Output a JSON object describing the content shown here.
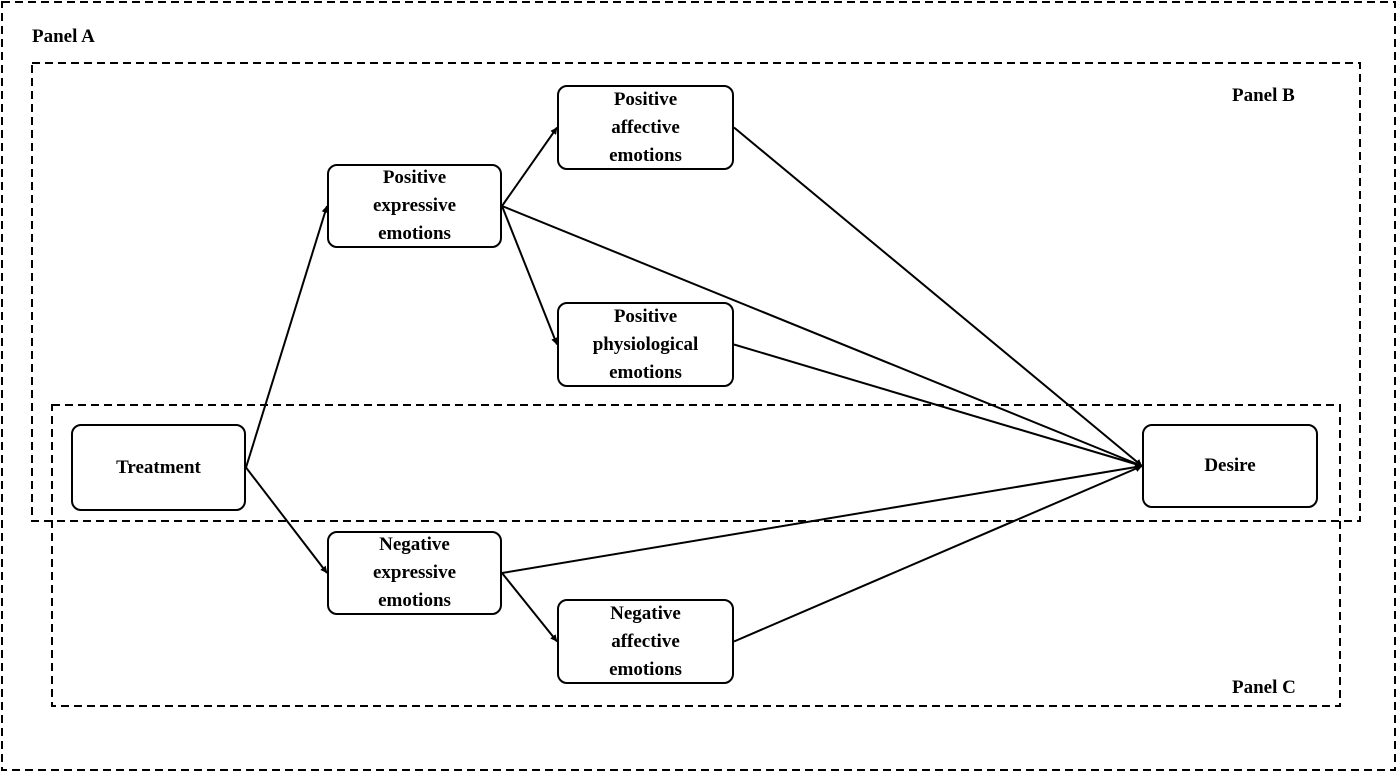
{
  "panels": {
    "a": "Panel A",
    "b": "Panel B",
    "c": "Panel C"
  },
  "nodes": {
    "treatment": "Treatment",
    "pos_expressive": "Positive\nexpressive\nemotions",
    "pos_affective": "Positive\naffective\nemotions",
    "pos_physiological": "Positive\nphysiological\nemotions",
    "neg_expressive": "Negative\nexpressive\nemotions",
    "neg_affective": "Negative\naffective\nemotions",
    "desire": "Desire"
  },
  "edges": [
    {
      "from": "treatment",
      "to": "pos_expressive"
    },
    {
      "from": "treatment",
      "to": "neg_expressive"
    },
    {
      "from": "pos_expressive",
      "to": "pos_affective"
    },
    {
      "from": "pos_expressive",
      "to": "pos_physiological"
    },
    {
      "from": "pos_expressive",
      "to": "desire"
    },
    {
      "from": "pos_affective",
      "to": "desire"
    },
    {
      "from": "pos_physiological",
      "to": "desire"
    },
    {
      "from": "neg_expressive",
      "to": "neg_affective"
    },
    {
      "from": "neg_expressive",
      "to": "desire"
    },
    {
      "from": "neg_affective",
      "to": "desire"
    }
  ]
}
